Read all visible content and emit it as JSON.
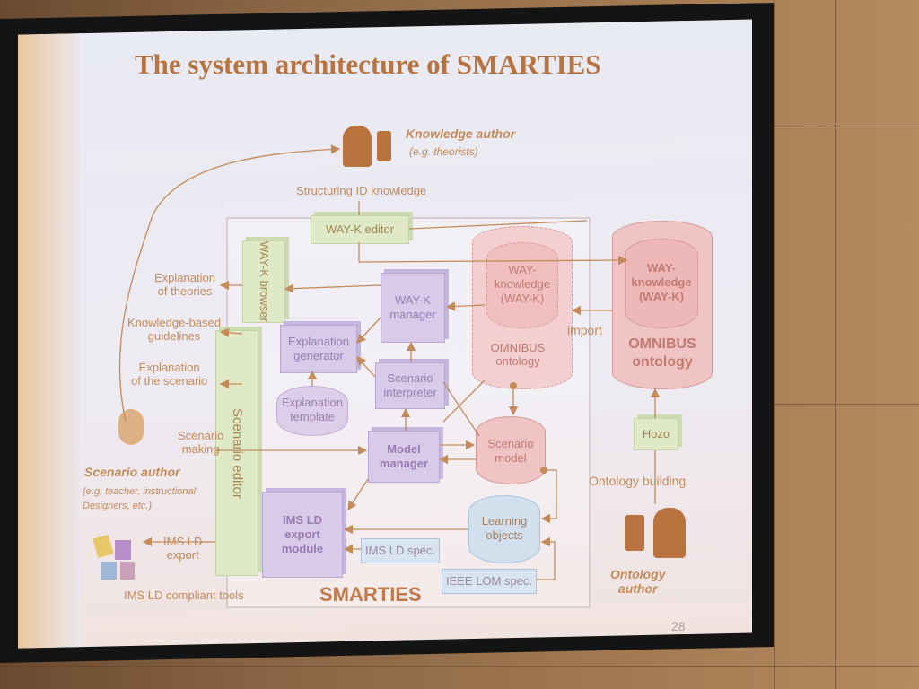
{
  "slide": {
    "title": "The system architecture of SMARTIES",
    "page_number": "28"
  },
  "actors": {
    "knowledge_author": "Knowledge author",
    "knowledge_author_sub": "(e.g. theorists)",
    "scenario_author": "Scenario author",
    "scenario_author_sub1": "(e.g. teacher, instructional",
    "scenario_author_sub2": "Designers, etc.)",
    "ontology_author1": "Ontology",
    "ontology_author2": "author"
  },
  "labels": {
    "structuring": "Structuring  ID knowledge",
    "expl_theories1": "Explanation",
    "expl_theories2": "of theories",
    "kb_guidelines1": "Knowledge-based",
    "kb_guidelines2": "guidelines",
    "expl_scenario1": "Explanation",
    "expl_scenario2": "of the scenario",
    "scenario_making1": "Scenario",
    "scenario_making2": "making",
    "imsld_export1": "IMS LD",
    "imsld_export2": "export",
    "imsld_tools": "IMS LD compliant tools",
    "import": "import",
    "ontology_building": "Ontology building",
    "smarties": "SMARTIES"
  },
  "modules": {
    "wayk_editor": "WAY-K editor",
    "wayk_browser": "WAY-K browser",
    "scenario_editor": "Scenario editor",
    "wayk_manager": "WAY-K manager",
    "expl_generator": "Explanation generator",
    "expl_template": "Explanation template",
    "scenario_interpreter": "Scenario interpreter",
    "model_manager": "Model manager",
    "scenario_model": "Scenario model",
    "learning_objects": "Learning objects",
    "imsld_export_module": "IMS LD export module",
    "imsld_spec": "IMS LD spec.",
    "ieee_lom_spec": "IEEE LOM spec.",
    "hozo": "Hozo",
    "inner_wayk": "WAY- knowledge (WAY-K)",
    "inner_omnibus": "OMNIBUS ontology",
    "outer_wayk": "WAY- knowledge (WAY-K)",
    "outer_omnibus": "OMNIBUS ontology"
  },
  "colors": {
    "title": "#b8733e",
    "text": "#c48a5a",
    "module_purple": "#d7cbe9",
    "module_green": "#dfe9c8",
    "cylinder_pink": "#f0c4c4",
    "cylinder_blue": "#d2e0ee"
  }
}
